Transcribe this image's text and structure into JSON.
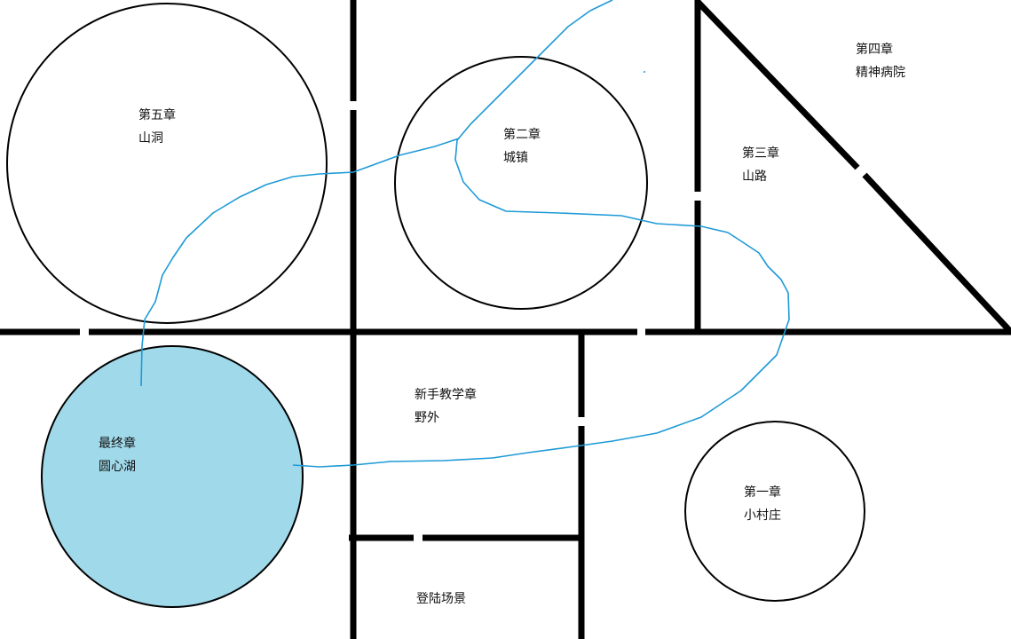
{
  "colors": {
    "background": "#ffffff",
    "lines": "#000000",
    "path": "#1e9ad6",
    "final_lake_fill": "#a0d9ea"
  },
  "regions": {
    "chapter5": {
      "title": "第五章",
      "name": "山洞"
    },
    "chapter2": {
      "title": "第二章",
      "name": "城镇"
    },
    "chapter3": {
      "title": "第三章",
      "name": "山路"
    },
    "chapter4": {
      "title": "第四章",
      "name": "精神病院"
    },
    "tutorial": {
      "title": "新手教学章",
      "name": "野外"
    },
    "final": {
      "title": "最终章",
      "name": "圆心湖"
    },
    "chapter1": {
      "title": "第一章",
      "name": "小村庄"
    },
    "login": {
      "title": "登陆场景"
    }
  }
}
